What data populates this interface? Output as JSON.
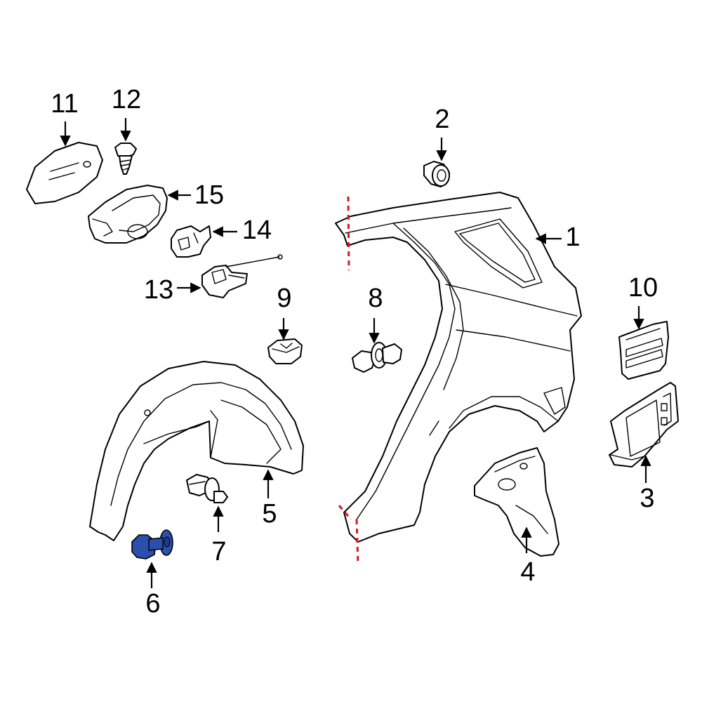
{
  "callouts": {
    "p1": "1",
    "p2": "2",
    "p3": "3",
    "p4": "4",
    "p5": "5",
    "p6": "6",
    "p7": "7",
    "p8": "8",
    "p9": "9",
    "p10": "10",
    "p11": "11",
    "p12": "12",
    "p13": "13",
    "p14": "14",
    "p15": "15"
  },
  "colors": {
    "line": "#000000",
    "cut_line": "#e0141e",
    "highlight_fill": "#2a4fae",
    "background": "#ffffff"
  },
  "highlighted_part": "6"
}
